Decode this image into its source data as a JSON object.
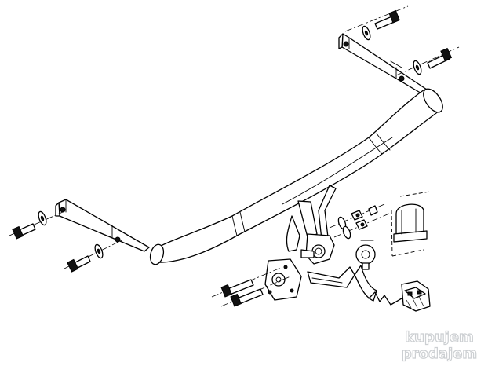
{
  "diagram": {
    "subject": "tow bar assembly",
    "parts": [
      "crossbar-tube",
      "left-mounting-bracket",
      "right-mounting-bracket",
      "tow-ball-neck",
      "tow-ball",
      "socket-plate",
      "electrical-socket",
      "socket-cap-detail",
      "bolt",
      "washer",
      "nut"
    ]
  },
  "watermark": {
    "line1": "kupujem",
    "line2": "prodajem"
  }
}
